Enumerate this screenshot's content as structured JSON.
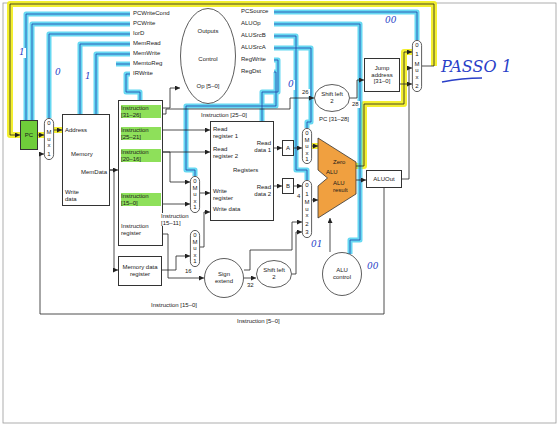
{
  "diagram": {
    "nodes": [
      {
        "text": [
          "Outputs",
          "Control",
          "Op [5–0]"
        ]
      },
      {
        "text": [
          "PC"
        ]
      },
      {
        "text": [
          "0",
          "M u x",
          "1"
        ]
      },
      {
        "text": [
          "Address",
          "Memory",
          "MemData",
          "Write data"
        ]
      },
      {
        "text": [
          "Instruction [31–26]",
          "Instruction [25–21]",
          "Instruction [20–16]",
          "Instruction [15–0]",
          "Instruction register"
        ]
      },
      {
        "text": [
          "Memory data register"
        ]
      },
      {
        "text": [
          "0",
          "M u x",
          "1"
        ]
      },
      {
        "text": [
          "0",
          "M u x",
          "1"
        ]
      },
      {
        "text": [
          "Read register 1",
          "Read register 2",
          "Registers",
          "Write register",
          "Write data",
          "Read data 1",
          "Read data 2"
        ]
      },
      {
        "text": [
          "A"
        ]
      },
      {
        "text": [
          "B"
        ]
      },
      {
        "text": [
          "0",
          "M u x",
          "1"
        ]
      },
      {
        "text": [
          "0",
          "1",
          "M u x",
          "2",
          "3"
        ]
      },
      {
        "text": [
          "Sign extend"
        ]
      },
      {
        "text": [
          "Shift left 2"
        ]
      },
      {
        "text": [
          "Zero",
          "ALU",
          "ALU result"
        ]
      },
      {
        "text": [
          "ALUOut"
        ]
      },
      {
        "text": [
          "ALU control"
        ]
      },
      {
        "text": [
          "Shift left 2"
        ]
      },
      {
        "text": [
          "Jump address [31–0]"
        ]
      },
      {
        "text": [
          "0",
          "1",
          "M u x",
          "2"
        ]
      }
    ],
    "edges": [
      {
        "from": 1,
        "to": 2,
        "arrow": "to"
      },
      {
        "from": 2,
        "to": 3,
        "arrow": "to"
      },
      {
        "from": 3,
        "to": 4,
        "arrow": "to"
      },
      {
        "from": 3,
        "to": 5,
        "arrow": "to"
      },
      {
        "from": 4,
        "to": 8,
        "arrow": "to"
      },
      {
        "from": 4,
        "to": 8,
        "arrow": "to"
      },
      {
        "from": 4,
        "to": 6,
        "arrow": "to"
      },
      {
        "from": 6,
        "to": 8,
        "arrow": "to"
      },
      {
        "from": 7,
        "to": 8,
        "arrow": "to"
      },
      {
        "from": 5,
        "to": 7,
        "arrow": "to"
      },
      {
        "from": 8,
        "to": 9,
        "arrow": "to"
      },
      {
        "from": 8,
        "to": 10,
        "arrow": "to"
      },
      {
        "from": 9,
        "to": 11,
        "arrow": "to"
      },
      {
        "from": 10,
        "to": 12,
        "arrow": "to"
      },
      {
        "from": 11,
        "to": 15,
        "arrow": "to"
      },
      {
        "from": 12,
        "to": 15,
        "arrow": "to"
      },
      {
        "from": 15,
        "to": 16,
        "arrow": "to"
      },
      {
        "from": 17,
        "to": 15,
        "arrow": "to"
      },
      {
        "from": 13,
        "to": 14,
        "arrow": "to"
      },
      {
        "from": 14,
        "to": 12,
        "arrow": "to"
      },
      {
        "from": 13,
        "to": 12,
        "arrow": "to"
      },
      {
        "from": 16,
        "to": 20,
        "arrow": "to"
      },
      {
        "from": 15,
        "to": 20,
        "arrow": "to"
      },
      {
        "from": 18,
        "to": 19,
        "arrow": "to"
      },
      {
        "from": 19,
        "to": 20,
        "arrow": "to"
      },
      {
        "from": 20,
        "to": 1,
        "arrow": "to"
      },
      {
        "from": 4,
        "to": 0,
        "arrow": "to"
      },
      {
        "from": 4,
        "to": 18,
        "arrow": "to"
      },
      {
        "from": 4,
        "to": 13,
        "arrow": "to"
      },
      {
        "from": 4,
        "to": 6,
        "arrow": "to"
      },
      {
        "from": 16,
        "to": 2,
        "arrow": "to"
      }
    ],
    "labels": [
      "PCWriteCond",
      "PCWrite",
      "IorD",
      "MemRead",
      "MemWrite",
      "MemtoReg",
      "IRWrite",
      "PCSource",
      "ALUOp",
      "ALUSrcB",
      "ALUSrcA",
      "RegWrite",
      "RegDst",
      "Instruction [25–0]",
      "26",
      "28",
      "PC [31–28]",
      "Instruction [15–11]",
      "4",
      "16",
      "32",
      "Instruction [15–0]",
      "Instruction [5–0]",
      "1",
      "0",
      "1",
      "00",
      "0",
      "01",
      "00",
      "PASSO 1"
    ]
  }
}
